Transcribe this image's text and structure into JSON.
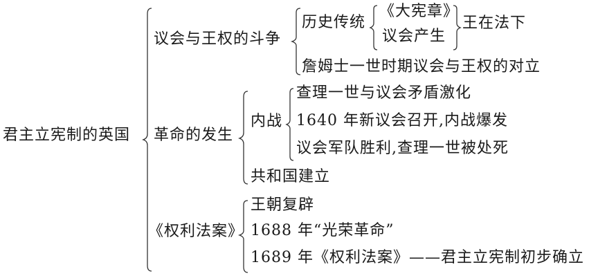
{
  "root": "君主立宪制的英国",
  "branches": [
    {
      "label": "议会与王权的斗争",
      "children": [
        {
          "label": "历史传统",
          "children": [
            "《大宪章》",
            "议会产生"
          ],
          "merge_result": "王在法下"
        },
        {
          "label": "詹姆士一世时期议会与王权的对立"
        }
      ]
    },
    {
      "label": "革命的发生",
      "children": [
        {
          "label": "内战",
          "children": [
            "查理一世与议会矛盾激化",
            "1640 年新议会召开,内战爆发",
            "议会军队胜利,查理一世被处死"
          ]
        },
        {
          "label": "共和国建立"
        }
      ]
    },
    {
      "label": "《权利法案》",
      "children": [
        "王朝复辟",
        "1688 年“光荣革命”",
        "1689 年《权利法案》——君主立宪制初步确立"
      ]
    }
  ]
}
